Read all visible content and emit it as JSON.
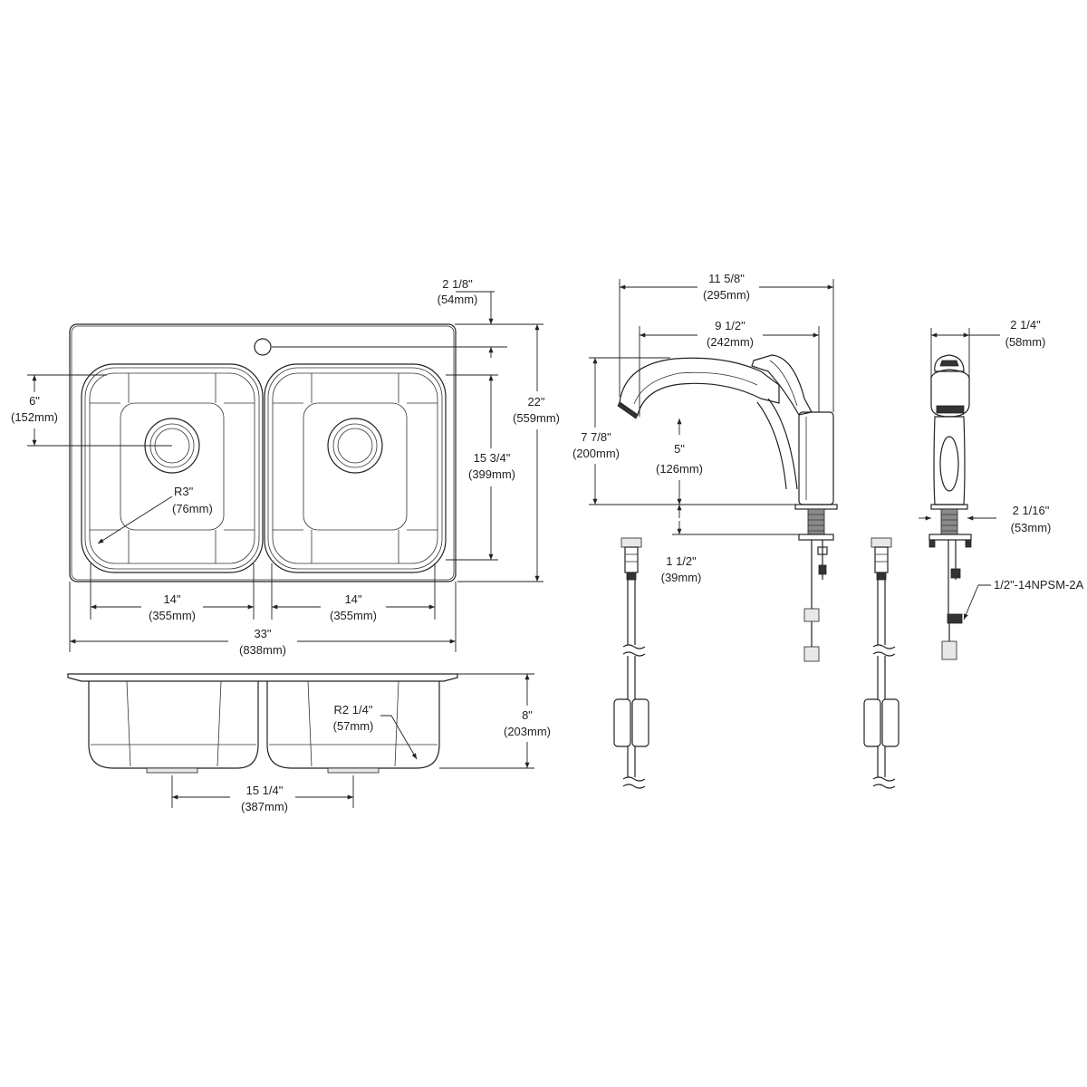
{
  "sink": {
    "faucet_hole_offset": {
      "in": "2 1/8\"",
      "mm": "(54mm)"
    },
    "overall_depth": {
      "in": "22\"",
      "mm": "(559mm)"
    },
    "drain_offset": {
      "in": "6\"",
      "mm": "(152mm)"
    },
    "bowl_depth_top": {
      "in": "15 3/4\"",
      "mm": "(399mm)"
    },
    "corner_radius": {
      "in": "R3\"",
      "mm": "(76mm)"
    },
    "left_bowl_width": {
      "in": "14\"",
      "mm": "(355mm)"
    },
    "right_bowl_width": {
      "in": "14\"",
      "mm": "(355mm)"
    },
    "overall_width": {
      "in": "33\"",
      "mm": "(838mm)"
    },
    "bowl_height": {
      "in": "8\"",
      "mm": "(203mm)"
    },
    "bottom_radius": {
      "in": "R2 1/4\"",
      "mm": "(57mm)"
    },
    "drain_spacing": {
      "in": "15 1/4\"",
      "mm": "(387mm)"
    }
  },
  "faucet": {
    "overall_reach": {
      "in": "11 5/8\"",
      "mm": "(295mm)"
    },
    "spout_reach": {
      "in": "9 1/2\"",
      "mm": "(242mm)"
    },
    "overall_height": {
      "in": "7 7/8\"",
      "mm": "(200mm)"
    },
    "spout_clearance": {
      "in": "5\"",
      "mm": "(126mm)"
    },
    "shank_length": {
      "in": "1 1/2\"",
      "mm": "(39mm)"
    },
    "body_width": {
      "in": "2 1/4\"",
      "mm": "(58mm)"
    },
    "base_width": {
      "in": "2 1/16\"",
      "mm": "(53mm)"
    },
    "connection": "1/2\"-14NPSM-2A"
  }
}
